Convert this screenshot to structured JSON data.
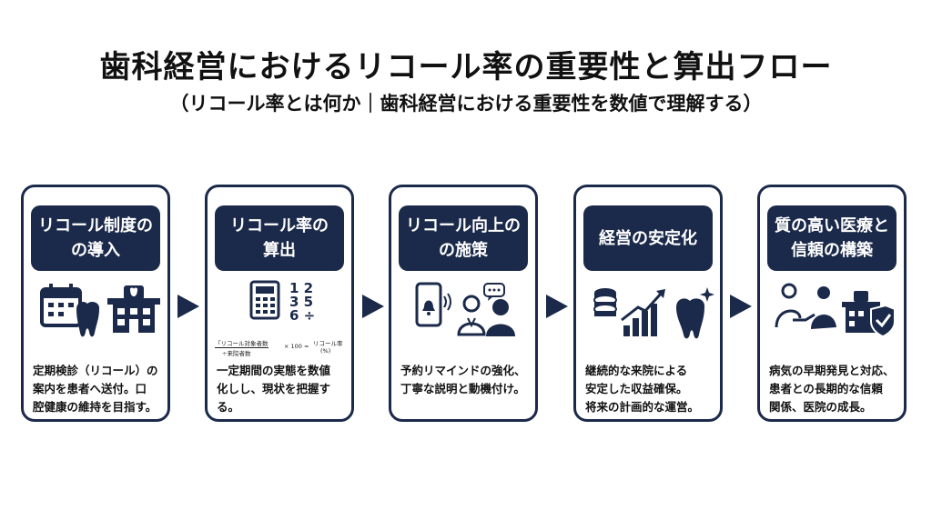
{
  "title": "歯科経営におけるリコール率の重要性と算出フロー",
  "subtitle": "（リコール率とは何か｜歯科経営における重要性を数値で理解する）",
  "steps": [
    {
      "heading": "リコール制度の\nの導入",
      "desc": "定期検診（リコール）の\n案内を患者へ送付。口\n腔健康の維持を目指す。",
      "icons": [
        "calendar-icon",
        "tooth-icon",
        "clinic-building-icon"
      ]
    },
    {
      "heading": "リコール率の\n算出",
      "desc": "一定期間の実態を数値\n化しし、現状を把握す\nる。",
      "icons": [
        "calculator-icon"
      ],
      "calc_digits": [
        "1 2",
        "3 5",
        "6 ÷"
      ],
      "formula": {
        "numerator": "「リコール対象者数",
        "denominator": "÷来院者数",
        "multiplier": "× 100 =",
        "result": "リコール率",
        "unit": "(%)"
      }
    },
    {
      "heading": "リコール向上の\nの施策",
      "desc": "予約リマインドの強化、\n丁寧な説明と動機付け。",
      "icons": [
        "smartphone-notification-icon",
        "doctor-patient-chat-icon"
      ]
    },
    {
      "heading": "経営の安定化",
      "desc": "継続的な来院による\n安定した収益確保。\n将来の計画的な運営。",
      "icons": [
        "coin-stack-icon",
        "growth-chart-icon",
        "sparkling-tooth-icon"
      ]
    },
    {
      "heading": "質の高い医療と\n信頼の構築",
      "desc": "病気の早期発見と対応、\n患者との長期的な信頼\n関係、医院の成長。",
      "icons": [
        "handshake-icon",
        "clinic-shield-icon"
      ]
    }
  ],
  "colors": {
    "navy": "#1b2a4a",
    "background": "#ffffff"
  }
}
